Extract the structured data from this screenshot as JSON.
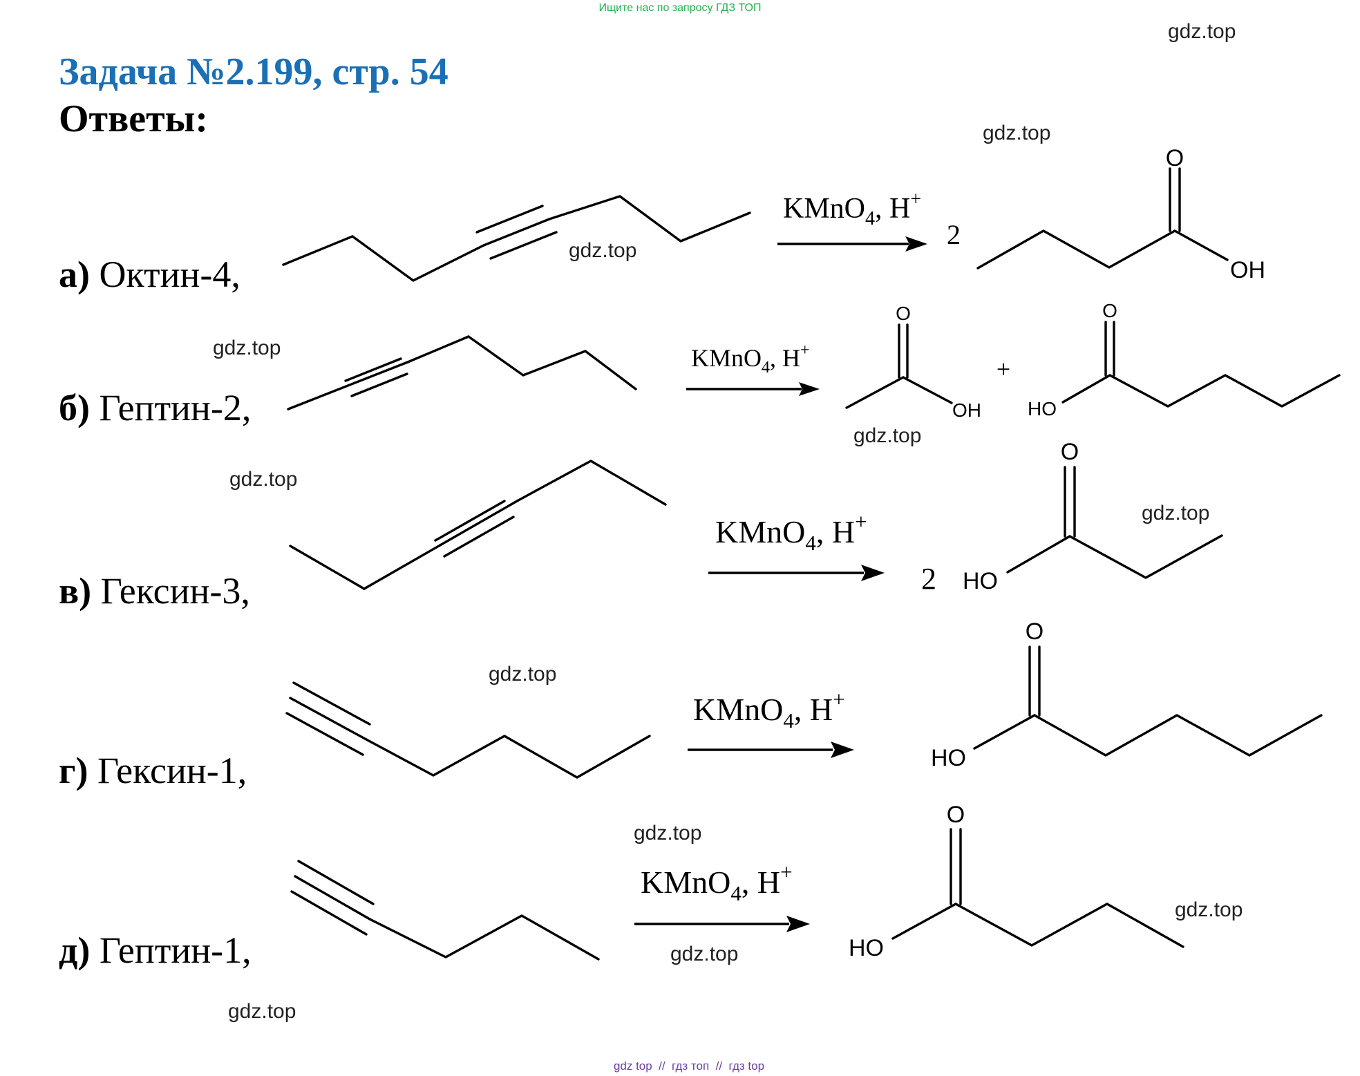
{
  "header": {
    "top_notice": "Ищите нас по запросу ГДЗ ТОП",
    "title": "Задача №2.199, стр. 54",
    "answers_label": "Ответы:"
  },
  "footer": {
    "text": "gdz top  //  гдз топ  //  гдз top"
  },
  "watermark": "gdz.top",
  "reagent": {
    "main": "KMnO",
    "sub": "4",
    "sep": ", H",
    "sup": "+"
  },
  "plus_sign": "+",
  "atoms": {
    "oxygen": "O",
    "oh": "OH",
    "ho": "HO"
  },
  "problems": [
    {
      "letter": "а)",
      "name": " Октин-4,",
      "coefficient": "2"
    },
    {
      "letter": "б)",
      "name": " Гептин-2,",
      "coefficient": ""
    },
    {
      "letter": "в)",
      "name": " Гексин-3,",
      "coefficient": "2"
    },
    {
      "letter": "г)",
      "name": " Гексин-1,",
      "coefficient": ""
    },
    {
      "letter": "д)",
      "name": " Гептин-1,",
      "coefficient": ""
    }
  ]
}
